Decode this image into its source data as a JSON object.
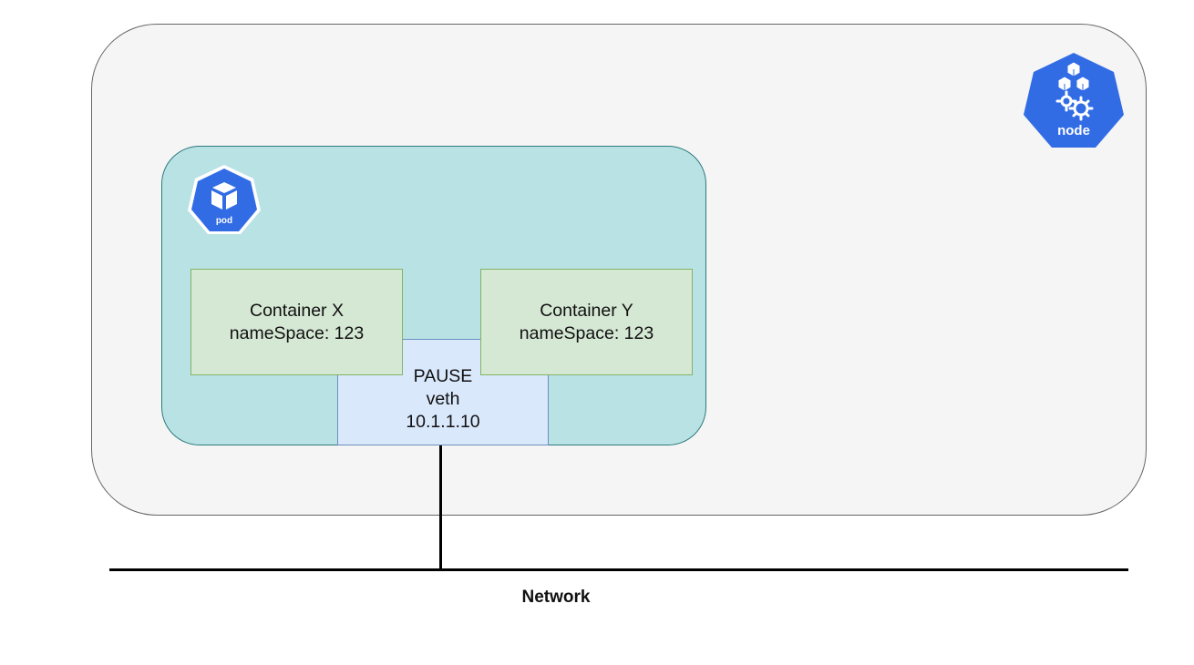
{
  "node": {
    "label": "node",
    "color": "#326ce5"
  },
  "pod": {
    "label": "pod",
    "color": "#326ce5",
    "fill": "#b9e2e4",
    "container_x": {
      "title": "Container X",
      "namespace": "nameSpace: 123"
    },
    "container_y": {
      "title": "Container Y",
      "namespace": "nameSpace: 123"
    },
    "pause": {
      "title": "PAUSE",
      "interface": "veth",
      "ip": "10.1.1.10"
    }
  },
  "network": {
    "label": "Network"
  }
}
